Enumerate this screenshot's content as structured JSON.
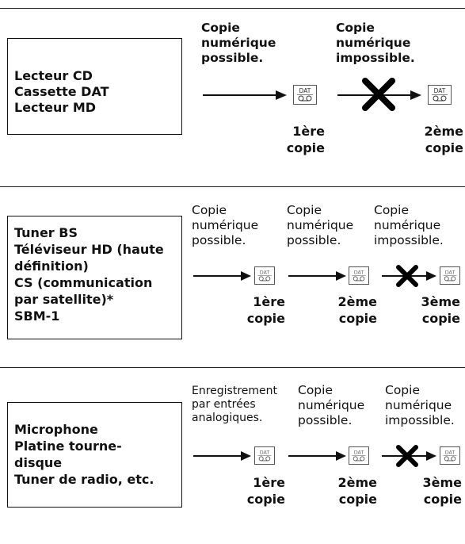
{
  "dat_label": "DAT",
  "sections": [
    {
      "source_lines": [
        "Lecteur CD",
        "Cassette DAT",
        "Lecteur MD"
      ],
      "captions": [
        [
          "Copie",
          "numérique",
          "possible."
        ],
        [
          "Copie",
          "numérique",
          "impossible."
        ]
      ],
      "generations": [
        [
          "1ère",
          "copie"
        ],
        [
          "2ème",
          "copie"
        ]
      ]
    },
    {
      "source_lines": [
        "Tuner BS",
        "Téléviseur HD (haute",
        "définition)",
        "CS (communication",
        "par satellite)*",
        "SBM-1"
      ],
      "captions": [
        [
          "Copie",
          "numérique",
          "possible."
        ],
        [
          "Copie",
          "numérique",
          "possible."
        ],
        [
          "Copie",
          "numérique",
          "impossible."
        ]
      ],
      "generations": [
        [
          "1ère",
          "copie"
        ],
        [
          "2ème",
          "copie"
        ],
        [
          "3ème",
          "copie"
        ]
      ]
    },
    {
      "source_lines": [
        "Microphone",
        "Platine tourne-",
        "disque",
        "Tuner de radio, etc."
      ],
      "captions": [
        [
          "Enregistrement",
          "par entrées",
          "analogiques."
        ],
        [
          "Copie",
          "numérique",
          "possible."
        ],
        [
          "Copie",
          "numérique",
          "impossible."
        ]
      ],
      "generations": [
        [
          "1ère",
          "copie"
        ],
        [
          "2ème",
          "copie"
        ],
        [
          "3ème",
          "copie"
        ]
      ]
    }
  ]
}
